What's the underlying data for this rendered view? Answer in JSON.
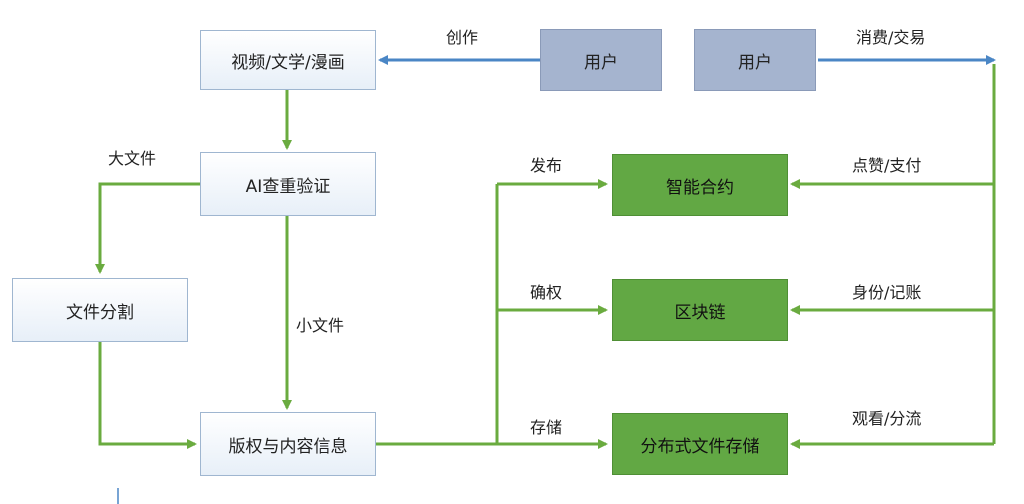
{
  "nodes": {
    "media": "视频/文学/漫画",
    "ai_check": "AI查重验证",
    "file_split": "文件分割",
    "copyright_info": "版权与内容信息",
    "user_create": "用户",
    "user_consume": "用户",
    "smart_contract": "智能合约",
    "blockchain": "区块链",
    "dist_storage": "分布式文件存储"
  },
  "edges": {
    "create": "创作",
    "consume_trade": "消费/交易",
    "large_file": "大文件",
    "small_file": "小文件",
    "publish": "发布",
    "confirm_rights": "确权",
    "store": "存储",
    "like_pay": "点赞/支付",
    "identity_ledger": "身份/记账",
    "view_share": "观看/分流"
  },
  "colors": {
    "green_line": "#6aab3f",
    "blue_line": "#4a86c5",
    "green_box": "#62a844",
    "user_box": "#a5b4cf"
  }
}
